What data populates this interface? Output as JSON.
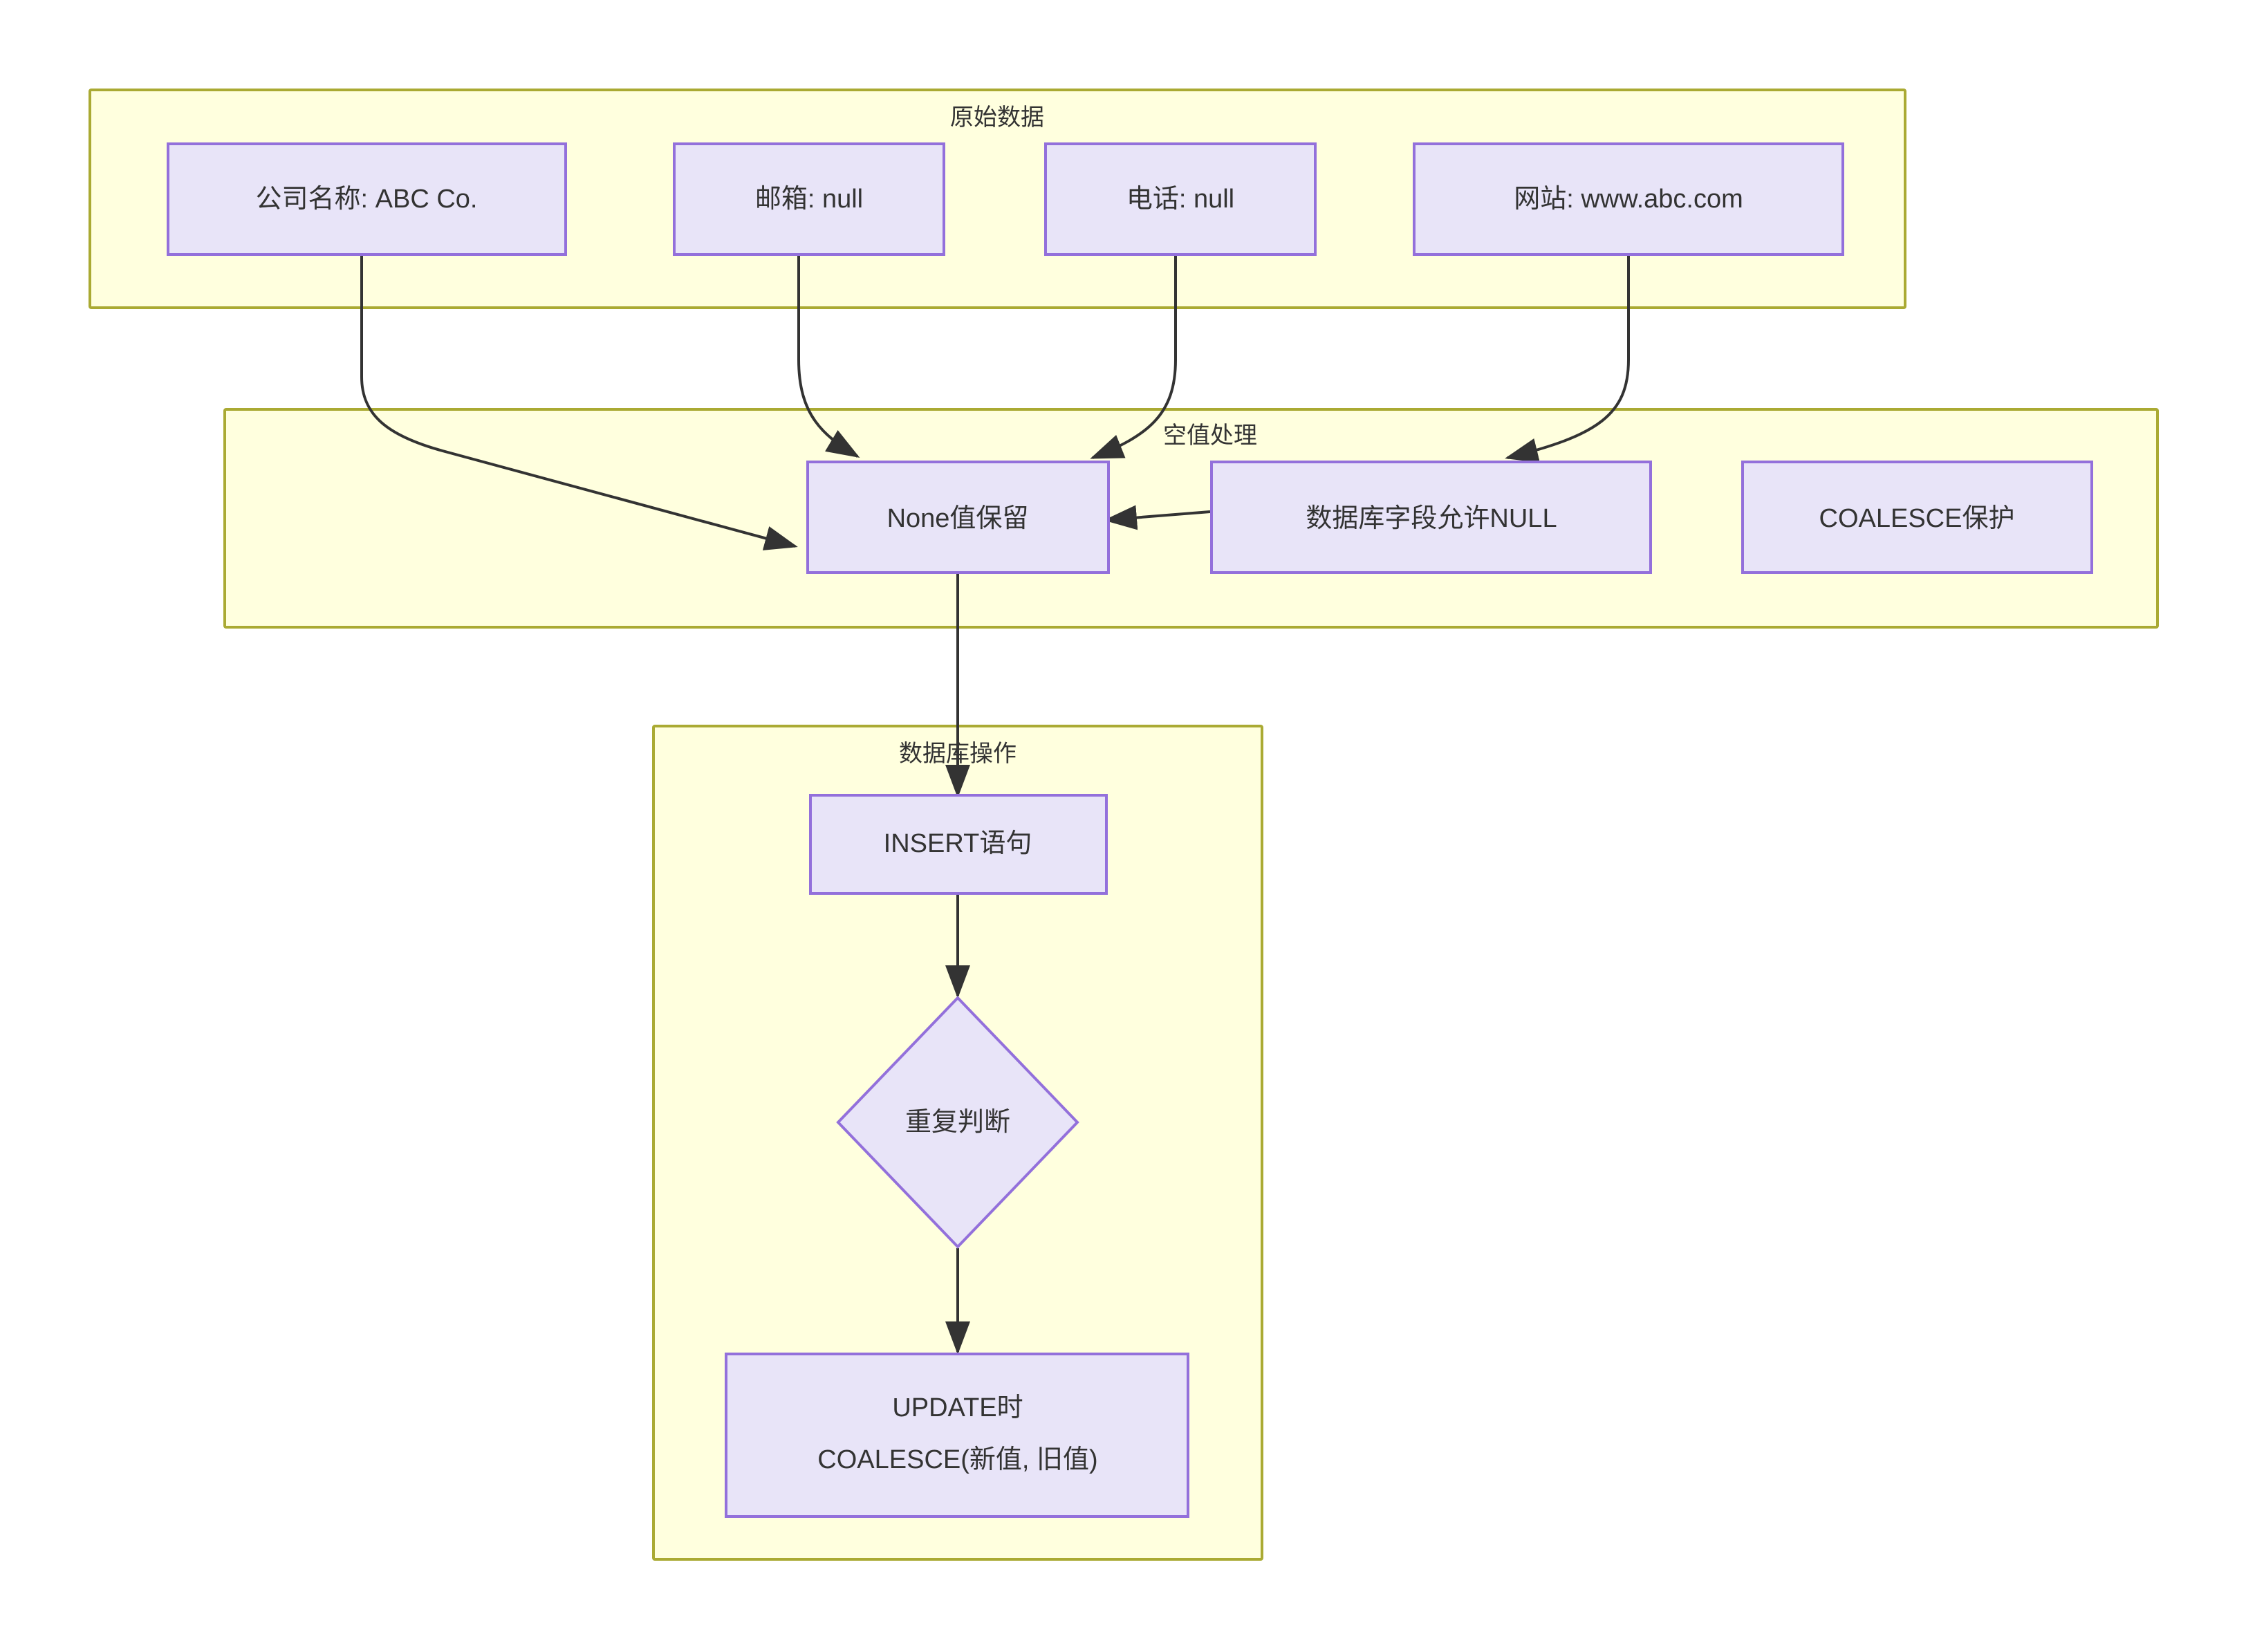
{
  "diagram": {
    "type": "flowchart",
    "direction": "top-down",
    "background": "#ffffff",
    "colors": {
      "cluster_fill": "#ffffde",
      "cluster_stroke": "#aaaa33",
      "node_fill": "#e8e4f8",
      "node_stroke": "#9370db",
      "edge_stroke": "#333333",
      "text": "#333333"
    },
    "clusters": [
      {
        "id": "raw-data",
        "label": "原始数据"
      },
      {
        "id": "null-handling",
        "label": "空值处理"
      },
      {
        "id": "db-operation",
        "label": "数据库操作"
      }
    ],
    "nodes": [
      {
        "id": "company",
        "label": "公司名称: ABC Co.",
        "shape": "rect",
        "cluster": "raw-data"
      },
      {
        "id": "email",
        "label": "邮箱: null",
        "shape": "rect",
        "cluster": "raw-data"
      },
      {
        "id": "phone",
        "label": "电话: null",
        "shape": "rect",
        "cluster": "raw-data"
      },
      {
        "id": "website",
        "label": "网站: www.abc.com",
        "shape": "rect",
        "cluster": "raw-data"
      },
      {
        "id": "none-keep",
        "label": "None值保留",
        "shape": "rect",
        "cluster": "null-handling"
      },
      {
        "id": "allow-null",
        "label": "数据库字段允许NULL",
        "shape": "rect",
        "cluster": "null-handling"
      },
      {
        "id": "coalesce-guard",
        "label": "COALESCE保护",
        "shape": "rect",
        "cluster": "null-handling"
      },
      {
        "id": "insert-stmt",
        "label": "INSERT语句",
        "shape": "rect",
        "cluster": "db-operation"
      },
      {
        "id": "dup-check",
        "label": "重复判断",
        "shape": "diamond",
        "cluster": "db-operation"
      },
      {
        "id": "update-coalesce",
        "label_line1": "UPDATE时",
        "label_line2": "COALESCE(新值, 旧值)",
        "shape": "rect",
        "cluster": "db-operation"
      }
    ],
    "edges": [
      {
        "from": "company",
        "to": "none-keep",
        "label": ""
      },
      {
        "from": "email",
        "to": "none-keep",
        "label": ""
      },
      {
        "from": "phone",
        "to": "none-keep",
        "label": ""
      },
      {
        "from": "website",
        "to": "allow-null",
        "label": ""
      },
      {
        "from": "allow-null",
        "to": "none-keep",
        "label": ""
      },
      {
        "from": "none-keep",
        "to": "insert-stmt",
        "label": ""
      },
      {
        "from": "insert-stmt",
        "to": "dup-check",
        "label": ""
      },
      {
        "from": "dup-check",
        "to": "update-coalesce",
        "label": ""
      }
    ]
  }
}
